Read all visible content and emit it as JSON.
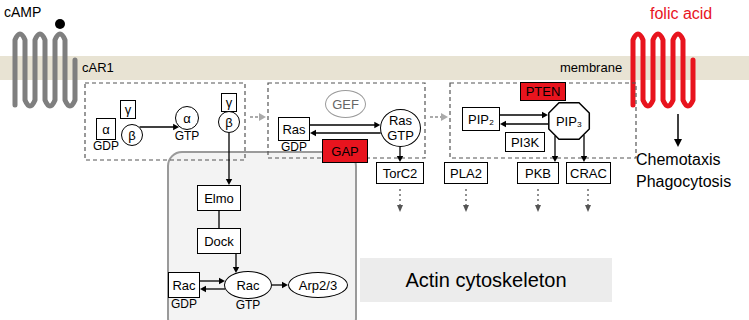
{
  "diagram": {
    "nodes": [
      {
        "text": [
          "α",
          "GDP"
        ]
      },
      {
        "text": [
          "β"
        ]
      },
      {
        "text": [
          "γ"
        ]
      },
      {
        "text": [
          "α",
          "GTP"
        ]
      },
      {
        "text": [
          "γ"
        ]
      },
      {
        "text": [
          "β"
        ]
      },
      {
        "text": [
          "Ras",
          "GDP"
        ]
      },
      {
        "text": [
          "GEF"
        ]
      },
      {
        "text": [
          "GAP"
        ]
      },
      {
        "text": [
          "Ras",
          "GTP"
        ]
      },
      {
        "text": [
          "PTEN"
        ]
      },
      {
        "text": [
          "PIP₂"
        ]
      },
      {
        "text": [
          "PIP₃"
        ]
      },
      {
        "text": [
          "PI3K"
        ]
      },
      {
        "text": [
          "TorC2"
        ]
      },
      {
        "text": [
          "PLA2"
        ]
      },
      {
        "text": [
          "PKB"
        ]
      },
      {
        "text": [
          "CRAC"
        ]
      },
      {
        "text": [
          "Elmo"
        ]
      },
      {
        "text": [
          "Dock"
        ]
      },
      {
        "text": [
          "Rac",
          "GDP"
        ]
      },
      {
        "text": [
          "Rac",
          "GTP"
        ]
      },
      {
        "text": [
          "Arp2/3"
        ]
      },
      {
        "text": [
          "Actin cytoskeleton"
        ]
      }
    ],
    "edges": [
      {
        "from": 1,
        "to": 3,
        "arrow": "to"
      },
      {
        "from": 5,
        "to": 18,
        "arrow": "to"
      },
      {
        "from": 18,
        "to": 19,
        "arrow": "none"
      },
      {
        "from": 19,
        "to": 21,
        "arrow": "to"
      },
      {
        "from": 20,
        "to": 21,
        "arrow": "to"
      },
      {
        "from": 21,
        "to": 20,
        "arrow": "to"
      },
      {
        "from": 21,
        "to": 22,
        "arrow": "to"
      },
      {
        "from": 6,
        "to": 9,
        "arrow": "to"
      },
      {
        "from": 9,
        "to": 6,
        "arrow": "to"
      },
      {
        "from": 9,
        "to": 14,
        "arrow": "to"
      },
      {
        "from": 11,
        "to": 12,
        "arrow": "to"
      },
      {
        "from": 12,
        "to": 11,
        "arrow": "to"
      },
      {
        "from": 12,
        "to": 16,
        "arrow": "to"
      },
      {
        "from": 12,
        "to": 17,
        "arrow": "to"
      }
    ],
    "labels": [
      "cAMP",
      "cAR1",
      "membrane",
      "folic acid",
      "Chemotaxis",
      "Phagocytosis"
    ]
  }
}
